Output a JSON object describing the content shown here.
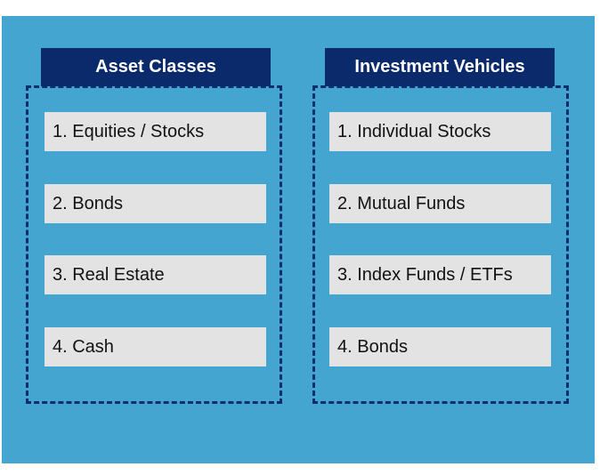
{
  "colors": {
    "panel_bg": "#43a5d0",
    "header_bg": "#0a2a6b",
    "dash": "#0b2e6f",
    "item_bg": "#e3e3e3"
  },
  "columns": [
    {
      "title": "Asset Classes",
      "items": [
        "1. Equities / Stocks",
        "2. Bonds",
        "3. Real Estate",
        "4. Cash"
      ]
    },
    {
      "title": "Investment Vehicles",
      "items": [
        "1. Individual Stocks",
        "2. Mutual Funds",
        "3. Index Funds / ETFs",
        "4. Bonds"
      ]
    }
  ]
}
